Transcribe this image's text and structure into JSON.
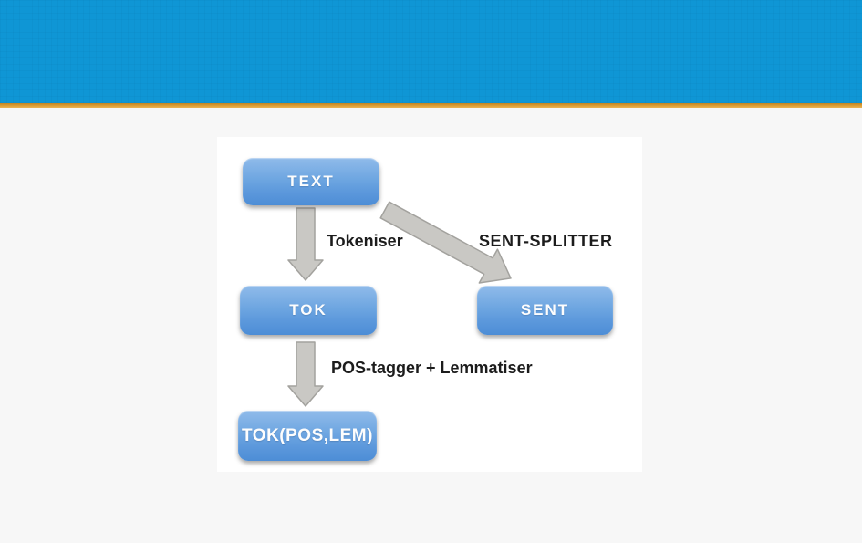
{
  "page": {
    "background_color": "#f7f7f7",
    "header": {
      "band_color": "#0f96d5",
      "accent_line_color": "#dd9e36"
    }
  },
  "diagram": {
    "node_fill_top": "#90bbea",
    "node_fill_bottom": "#4d8dd6",
    "node_text_color": "#fdfdfd",
    "arrow_fill_color": "#c9c8c4",
    "arrow_stroke_color": "#a3a29e",
    "edge_label_color": "#1c1c1c",
    "nodes": [
      {
        "id": "text",
        "label": "TEXT"
      },
      {
        "id": "tok",
        "label": "TOK"
      },
      {
        "id": "sent",
        "label": "SENT"
      },
      {
        "id": "tok-pos-lem",
        "label": "TOK(POS,LEM)"
      }
    ],
    "edges": [
      {
        "from": "text",
        "to": "tok",
        "label": "Tokeniser"
      },
      {
        "from": "text",
        "to": "sent",
        "label": "SENT-SPLITTER"
      },
      {
        "from": "tok",
        "to": "tok-pos-lem",
        "label": "POS-tagger + Lemmatiser"
      }
    ]
  }
}
